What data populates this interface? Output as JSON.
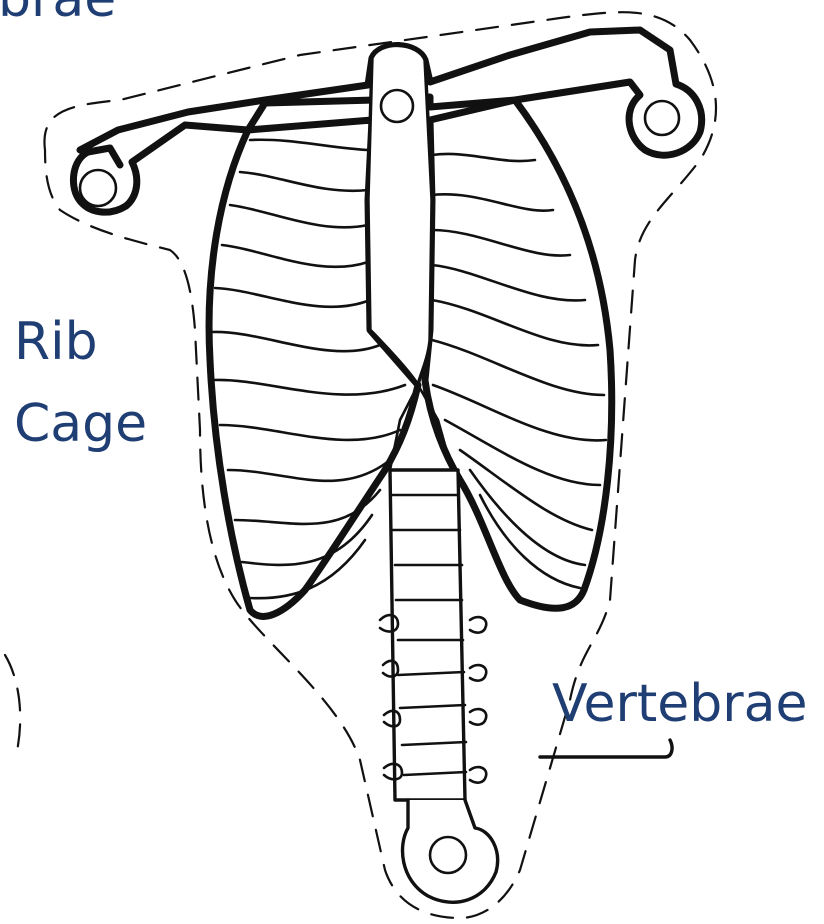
{
  "labels": {
    "top_clipped": "brae",
    "rib": "Rib",
    "cage": "Cage",
    "vertebrae": "Vertebrae"
  },
  "colors": {
    "label_text": "#1f3e73",
    "line": "#111111",
    "background": "#ffffff"
  }
}
